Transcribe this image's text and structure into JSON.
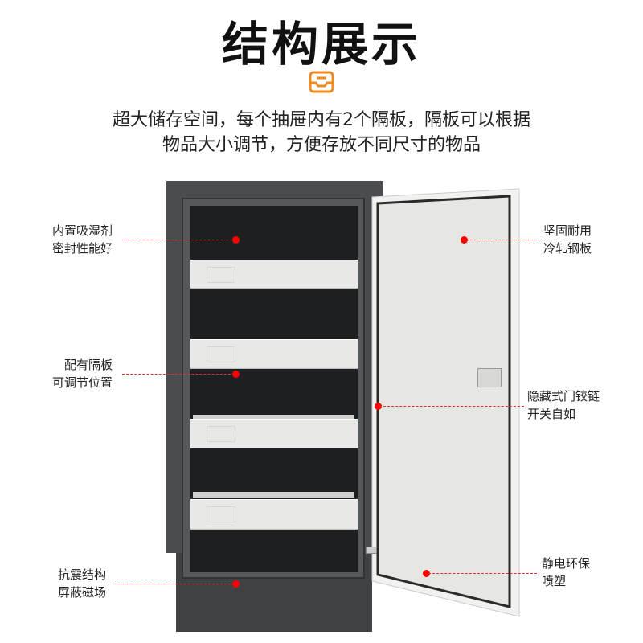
{
  "title": "结构展示",
  "icon": "drawer-tray-icon",
  "accent": "#f08a1c",
  "subtitle": [
    "超大储存空间，每个抽屉内有2个隔板，隔板可以根据",
    "物品大小调节，方便存放不同尺寸的物品"
  ],
  "callouts_left": [
    {
      "line1": "内置吸湿剂",
      "line2": "密封性能好"
    },
    {
      "line1": "配有隔板",
      "line2": "可调节位置"
    },
    {
      "line1": "抗震结构",
      "line2": "屏蔽磁场"
    }
  ],
  "callouts_right": [
    {
      "line1": "坚固耐用",
      "line2": "冷轧钢板"
    },
    {
      "line1": "隐藏式门铰链",
      "line2": "开关自如"
    },
    {
      "line1": "静电环保",
      "line2": "喷塑"
    }
  ]
}
